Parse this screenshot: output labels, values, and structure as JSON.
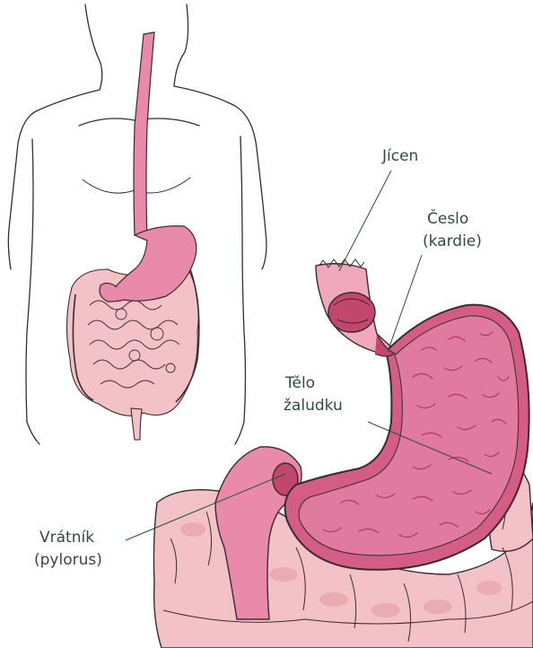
{
  "labels": {
    "esophagus": "Jícen",
    "cardia_line1": "Česlo",
    "cardia_line2": "(kardie)",
    "body_line1": "Tělo",
    "body_line2": "žaludku",
    "pylorus_line1": "Vrátník",
    "pylorus_line2": "(pylorus)"
  },
  "colors": {
    "outline": "#3b2a2e",
    "stomach": "#d45d86",
    "stomach_light": "#e98aab",
    "intestine": "#f3c2c6",
    "intestine_shade": "#e8a6ad",
    "label_text": "#2f4a3f"
  }
}
